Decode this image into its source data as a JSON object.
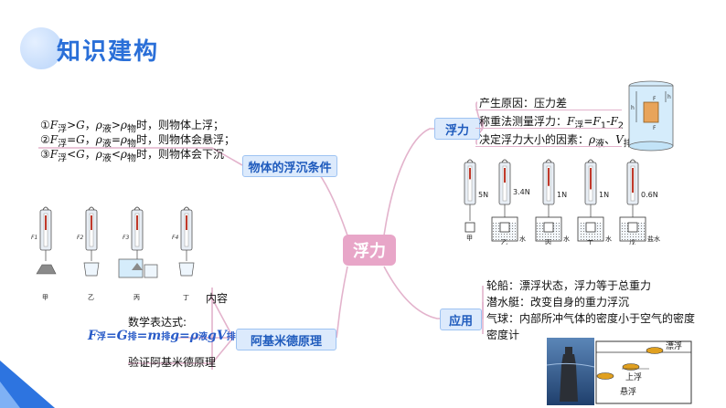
{
  "header": {
    "title": "知识建构"
  },
  "center": {
    "label": "浮力"
  },
  "branch_float": {
    "label": "浮力",
    "items": [
      "产生原因：压力差",
      "称重法测量浮力：",
      "决定浮力大小的因素："
    ],
    "formula_parts": {
      "f": "F",
      "fsub": "浮",
      "eq": "=",
      "f1": "F",
      "f1sub": "1",
      "minus": "-",
      "f2": "F",
      "f2sub": "2"
    },
    "factors_parts": {
      "rho": "ρ",
      "rhosub": "液",
      "sep": "、",
      "v": "V",
      "vsub": "排"
    },
    "scale_readings": [
      "5N",
      "3.4N",
      "1N",
      "1N",
      "0.6N"
    ],
    "scale_labels": [
      "甲",
      "乙",
      "丙",
      "丁",
      "戊"
    ],
    "liquid_labels": [
      "水",
      "水",
      "水",
      "盐水"
    ]
  },
  "branch_conditions": {
    "label": "物体的浮沉条件",
    "lines": [
      {
        "n": "①",
        "cmp1": ">",
        "cmp2": ">",
        "tail": "时，则物体上浮；"
      },
      {
        "n": "②",
        "cmp1": "=",
        "cmp2": "=",
        "tail": "时，则物体会悬浮；"
      },
      {
        "n": "③",
        "cmp1": "<",
        "cmp2": "<",
        "tail": "时，则物体会下沉"
      }
    ],
    "sym": {
      "F": "F",
      "Fsub": "浮",
      "G": "G",
      "rho": "ρ",
      "liq": "液",
      "obj": "物",
      "comma": "，"
    }
  },
  "branch_archimedes": {
    "label": "阿基米德原理",
    "items": [
      "内容",
      "数学表达式:",
      "验证阿基米德原理"
    ],
    "formula": {
      "F": "F",
      "Fsub": "浮",
      "G": "=G",
      "Gsub": "排",
      "m": "=m",
      "msub": "排",
      "g1": "g",
      "rho": "=ρ",
      "rhosub": "液",
      "g2": "gV",
      "vsub": "排"
    },
    "scale_labels": [
      "甲",
      "乙",
      "丙",
      "丁"
    ],
    "scale_tags": [
      "F1",
      "F2",
      "F3",
      "F4"
    ]
  },
  "branch_application": {
    "label": "应用",
    "items": [
      "轮船：漂浮状态，浮力等于总重力",
      "潜水艇：改变自身的重力浮沉",
      "气球：内部所冲气体的密度小于空气的密度",
      "密度计"
    ],
    "sub_labels": [
      "漂浮",
      "上浮",
      "悬浮"
    ]
  },
  "colors": {
    "accent": "#2a6fd8",
    "branch_line": "#e3b3cc",
    "node_bg": "#dceafc"
  }
}
